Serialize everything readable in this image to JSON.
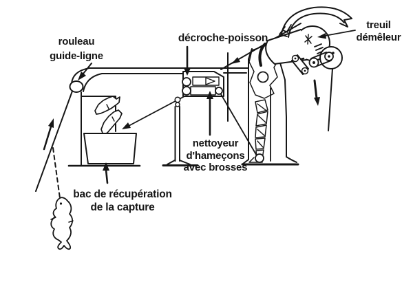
{
  "diagram": {
    "labels": {
      "rouleau_guide_ligne": "rouleau\nguide-ligne",
      "decroche_poisson": "décroche-poisson",
      "treuil_demeleur": "treuil\ndémêleur",
      "nettoyeur_hamecons": "nettoyeur\nd'hameçons\navec brosses",
      "bac_recuperation": "bac de récupération\nde la capture"
    },
    "colors": {
      "ink": "#161616",
      "paper": "#ffffff"
    }
  }
}
